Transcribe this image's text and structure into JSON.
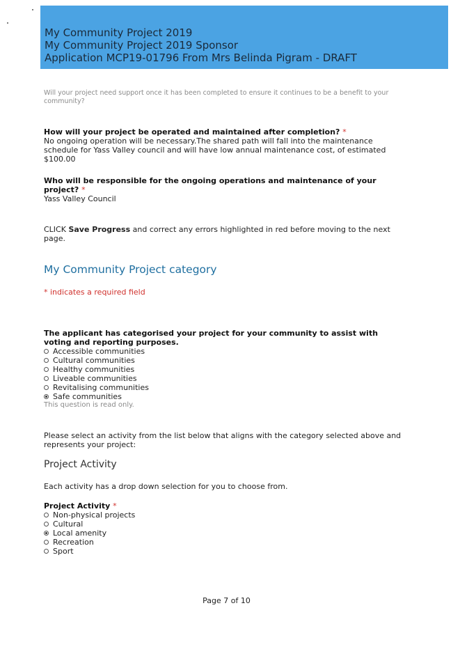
{
  "header": {
    "line1": "My Community Project 2019",
    "line2": "My Community Project 2019 Sponsor",
    "line3": "Application MCP19-01796 From Mrs Belinda Pigram -  DRAFT"
  },
  "support_question": "Will your project need support once it has been completed to ensure it continues to be a benefit to your community?",
  "maintenance": {
    "question": "How will your project be operated and maintained after completion?",
    "required_mark": "*",
    "answer": "No ongoing operation will be necessary.The shared path will fall into the maintenance schedule for Yass Valley council and will have low annual maintenance cost, of estimated $100.00"
  },
  "responsibility": {
    "question": "Who will be responsible for the ongoing operations and maintenance of your project?",
    "required_mark": "*",
    "answer": "Yass Valley Council"
  },
  "save_instruction": {
    "prefix": "CLICK ",
    "bold": "Save Progress",
    "suffix": " and correct any errors highlighted in red before moving to the next page."
  },
  "category_section": {
    "title": "My Community Project category",
    "required_note": "* indicates a required field",
    "question": "The applicant has categorised your project for your community to assist with voting and reporting purposes.",
    "options": [
      {
        "label": "Accessible communities",
        "selected": false
      },
      {
        "label": "Cultural communities",
        "selected": false
      },
      {
        "label": "Healthy communities",
        "selected": false
      },
      {
        "label": "Liveable communities",
        "selected": false
      },
      {
        "label": "Revitalising communities",
        "selected": false
      },
      {
        "label": "Safe communities",
        "selected": true
      }
    ],
    "readonly_note": "This question is read only."
  },
  "activity_intro": "Please select an activity from the list below that aligns with the category selected above and represents your project:",
  "activity_section": {
    "title": "Project Activity",
    "description": "Each activity has a drop down selection for you to choose from.",
    "label": "Project Activity",
    "required_mark": "*",
    "options": [
      {
        "label": "Non-physical projects",
        "selected": false
      },
      {
        "label": "Cultural",
        "selected": false
      },
      {
        "label": "Local amenity",
        "selected": true
      },
      {
        "label": "Recreation",
        "selected": false
      },
      {
        "label": "Sport",
        "selected": false
      }
    ]
  },
  "footer": {
    "page": "Page 7 of 10"
  }
}
